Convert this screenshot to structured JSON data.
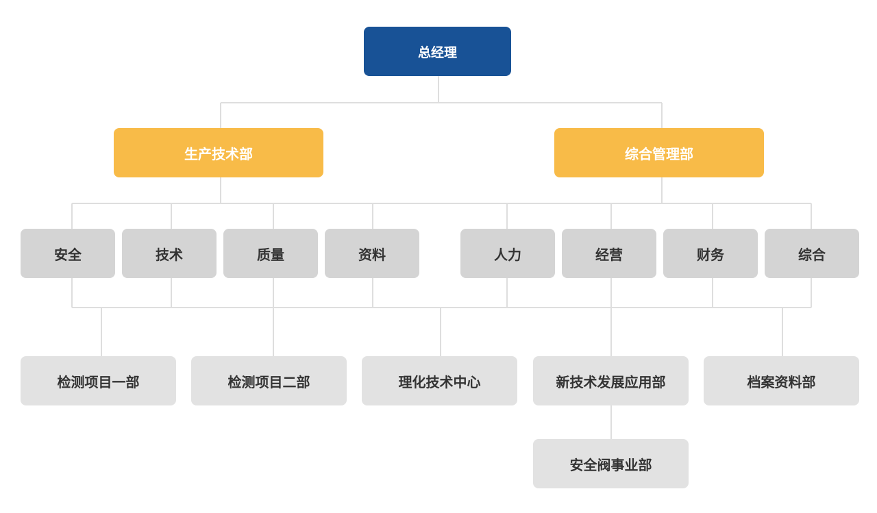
{
  "colors": {
    "top": "#185296",
    "department": "#f8bb48",
    "section": "#d4d4d4",
    "unit": "#e2e2e2",
    "connector": "#dedede",
    "dark_text": "#333333",
    "light_text": "#ffffff"
  },
  "top": {
    "label": "总经理"
  },
  "departments": [
    {
      "label": "生产技术部"
    },
    {
      "label": "综合管理部"
    }
  ],
  "sections": [
    {
      "label": "安全"
    },
    {
      "label": "技术"
    },
    {
      "label": "质量"
    },
    {
      "label": "资料"
    },
    {
      "label": "人力"
    },
    {
      "label": "经营"
    },
    {
      "label": "财务"
    },
    {
      "label": "综合"
    }
  ],
  "units": [
    {
      "label": "检测项目一部"
    },
    {
      "label": "检测项目二部"
    },
    {
      "label": "理化技术中心"
    },
    {
      "label": "新技术发展应用部"
    },
    {
      "label": "档案资料部"
    }
  ],
  "sub_units": [
    {
      "label": "安全阀事业部"
    }
  ]
}
